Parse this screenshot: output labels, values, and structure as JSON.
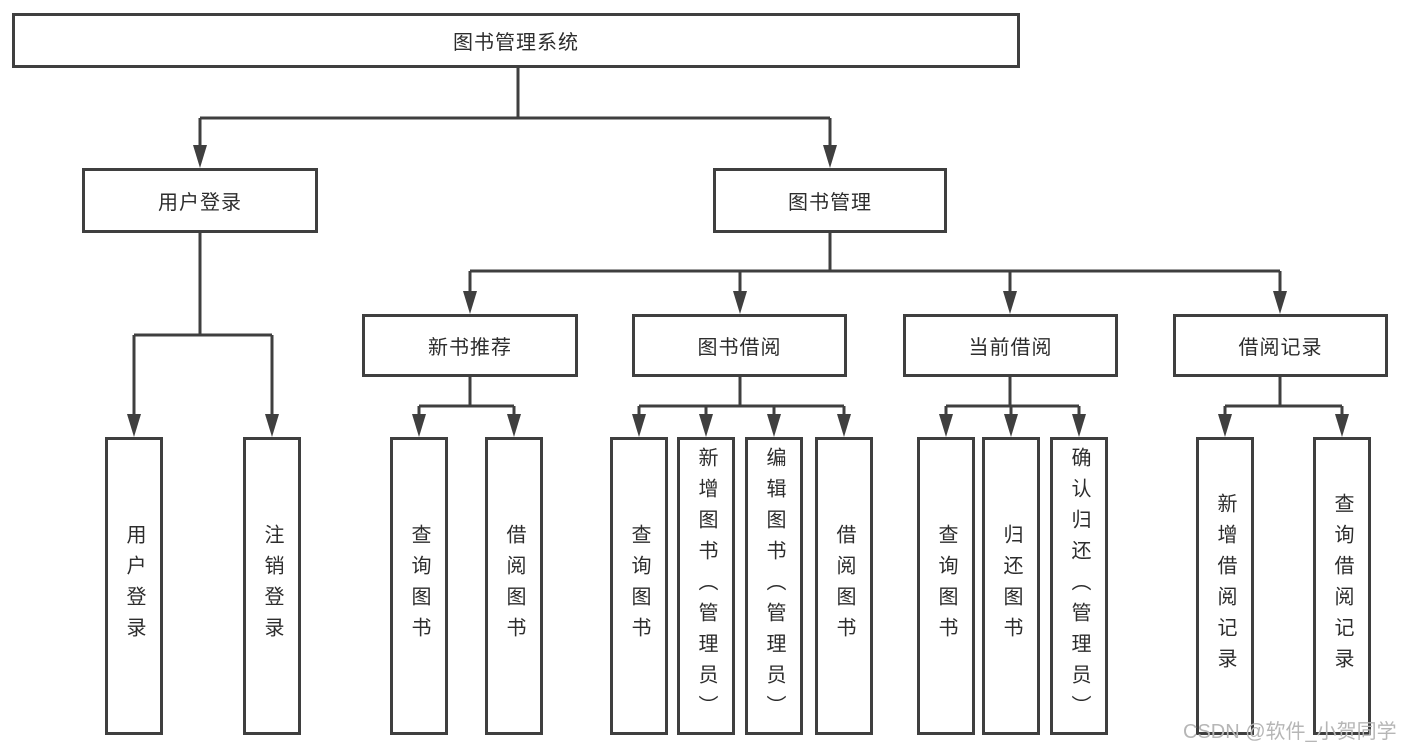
{
  "title": "图书管理系统",
  "watermark": "CSDN @软件_小贺同学",
  "colors": {
    "line": "#3f3f3f",
    "box_border": "#3f3f3f",
    "text": "#2d2d2d",
    "background": "#ffffff",
    "watermark": "#b6b6b6"
  },
  "tree": {
    "label": "图书管理系统",
    "children": [
      {
        "label": "用户登录",
        "children": [
          {
            "label": "用户登录"
          },
          {
            "label": "注销登录"
          }
        ]
      },
      {
        "label": "图书管理",
        "children": [
          {
            "label": "新书推荐",
            "children": [
              {
                "label": "查询图书"
              },
              {
                "label": "借阅图书"
              }
            ]
          },
          {
            "label": "图书借阅",
            "children": [
              {
                "label": "查询图书"
              },
              {
                "label": "新增图书（管理员）"
              },
              {
                "label": "编辑图书（管理员）"
              },
              {
                "label": "借阅图书"
              }
            ]
          },
          {
            "label": "当前借阅",
            "children": [
              {
                "label": "查询图书"
              },
              {
                "label": "归还图书"
              },
              {
                "label": "确认归还（管理员）"
              }
            ]
          },
          {
            "label": "借阅记录",
            "children": [
              {
                "label": "新增借阅记录"
              },
              {
                "label": "查询借阅记录"
              }
            ]
          }
        ]
      }
    ]
  }
}
